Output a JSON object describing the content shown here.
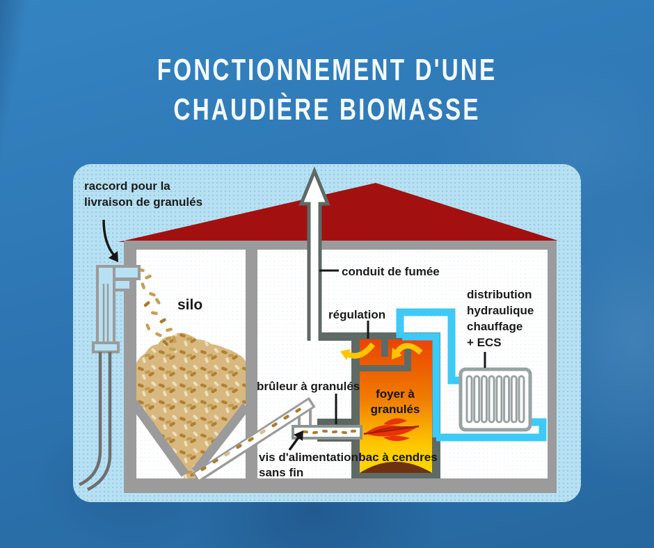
{
  "title": {
    "line1": "FONCTIONNEMENT D'UNE",
    "line2": "CHAUDIÈRE BIOMASSE"
  },
  "diagram": {
    "labels": {
      "raccord_line1": "raccord pour la",
      "raccord_line2": "livraison de granulés",
      "silo": "silo",
      "flue": "conduit de fumée",
      "regulation": "régulation",
      "distribution_line1": "distribution",
      "distribution_line2": "hydraulique",
      "distribution_line3": "chauffage",
      "distribution_line4": "+ ECS",
      "burner": "brûleur à granulés",
      "feed_screw_line1": "vis d'alimentation",
      "feed_screw_line2": "sans fin",
      "firebox_line1": "foyer à",
      "firebox_line2": "granulés",
      "ash_pan": "bac à cendres"
    },
    "colors": {
      "background_blue": "#2d76b3",
      "card_blue": "#b7e1f3",
      "roof_red": "#a31010",
      "wall_gray": "#9b9b9b",
      "metal_dark": "#5e6a66",
      "pellet_tan": "#d8b87e",
      "water_pipe_cyan": "#3ec9f7",
      "flame_red": "#e8330a",
      "arrow_yellow": "#fdc504",
      "fire_top": "#ea4200",
      "fire_bottom": "#ffd800",
      "ash_brown": "#6e3110"
    }
  }
}
